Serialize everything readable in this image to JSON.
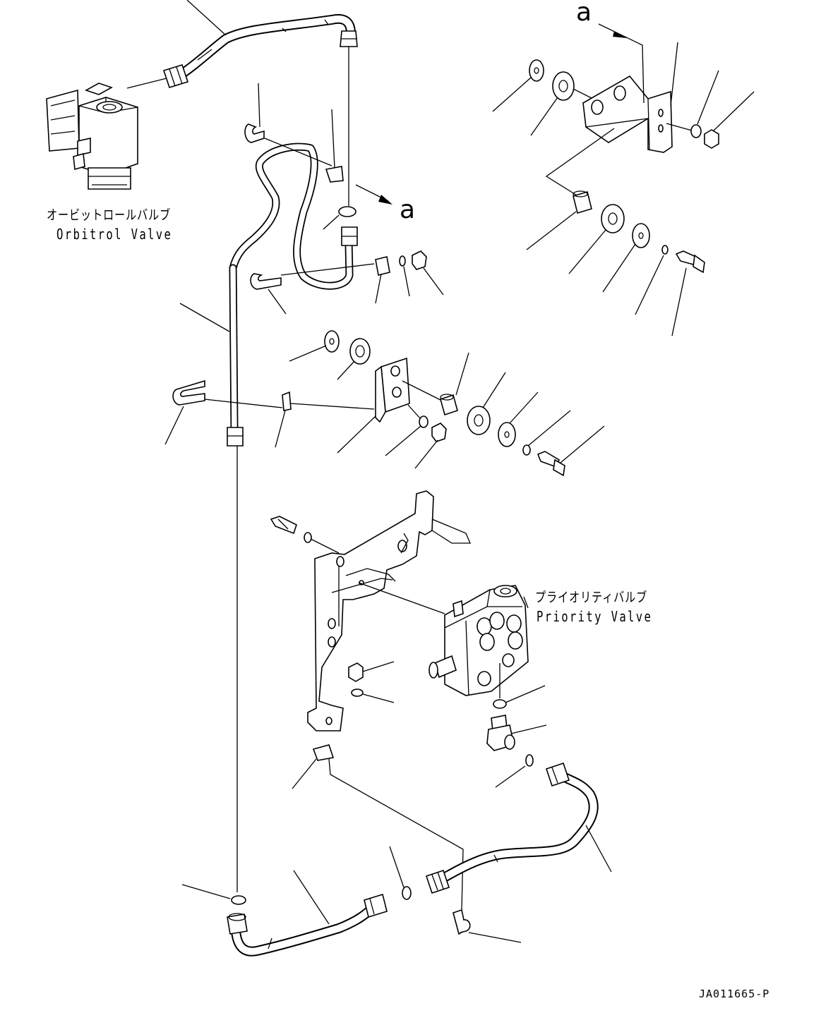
{
  "labels": {
    "orbitrol_jp": "オービットロールバルブ",
    "orbitrol_en": "Orbitrol Valve",
    "priority_jp": "プライオリティバルブ",
    "priority_en": "Priority Valve",
    "view_ref_a_top": "a",
    "view_ref_a_mid": "a",
    "drawing_code": "JA011665-P"
  },
  "icons": [
    "orbitrol-valve-icon",
    "priority-valve-icon",
    "hose-icon",
    "tube-icon",
    "bracket-icon",
    "bolt-icon",
    "nut-icon",
    "washer-icon",
    "o-ring-icon",
    "clamp-icon",
    "spacer-icon",
    "elbow-fitting-icon"
  ]
}
